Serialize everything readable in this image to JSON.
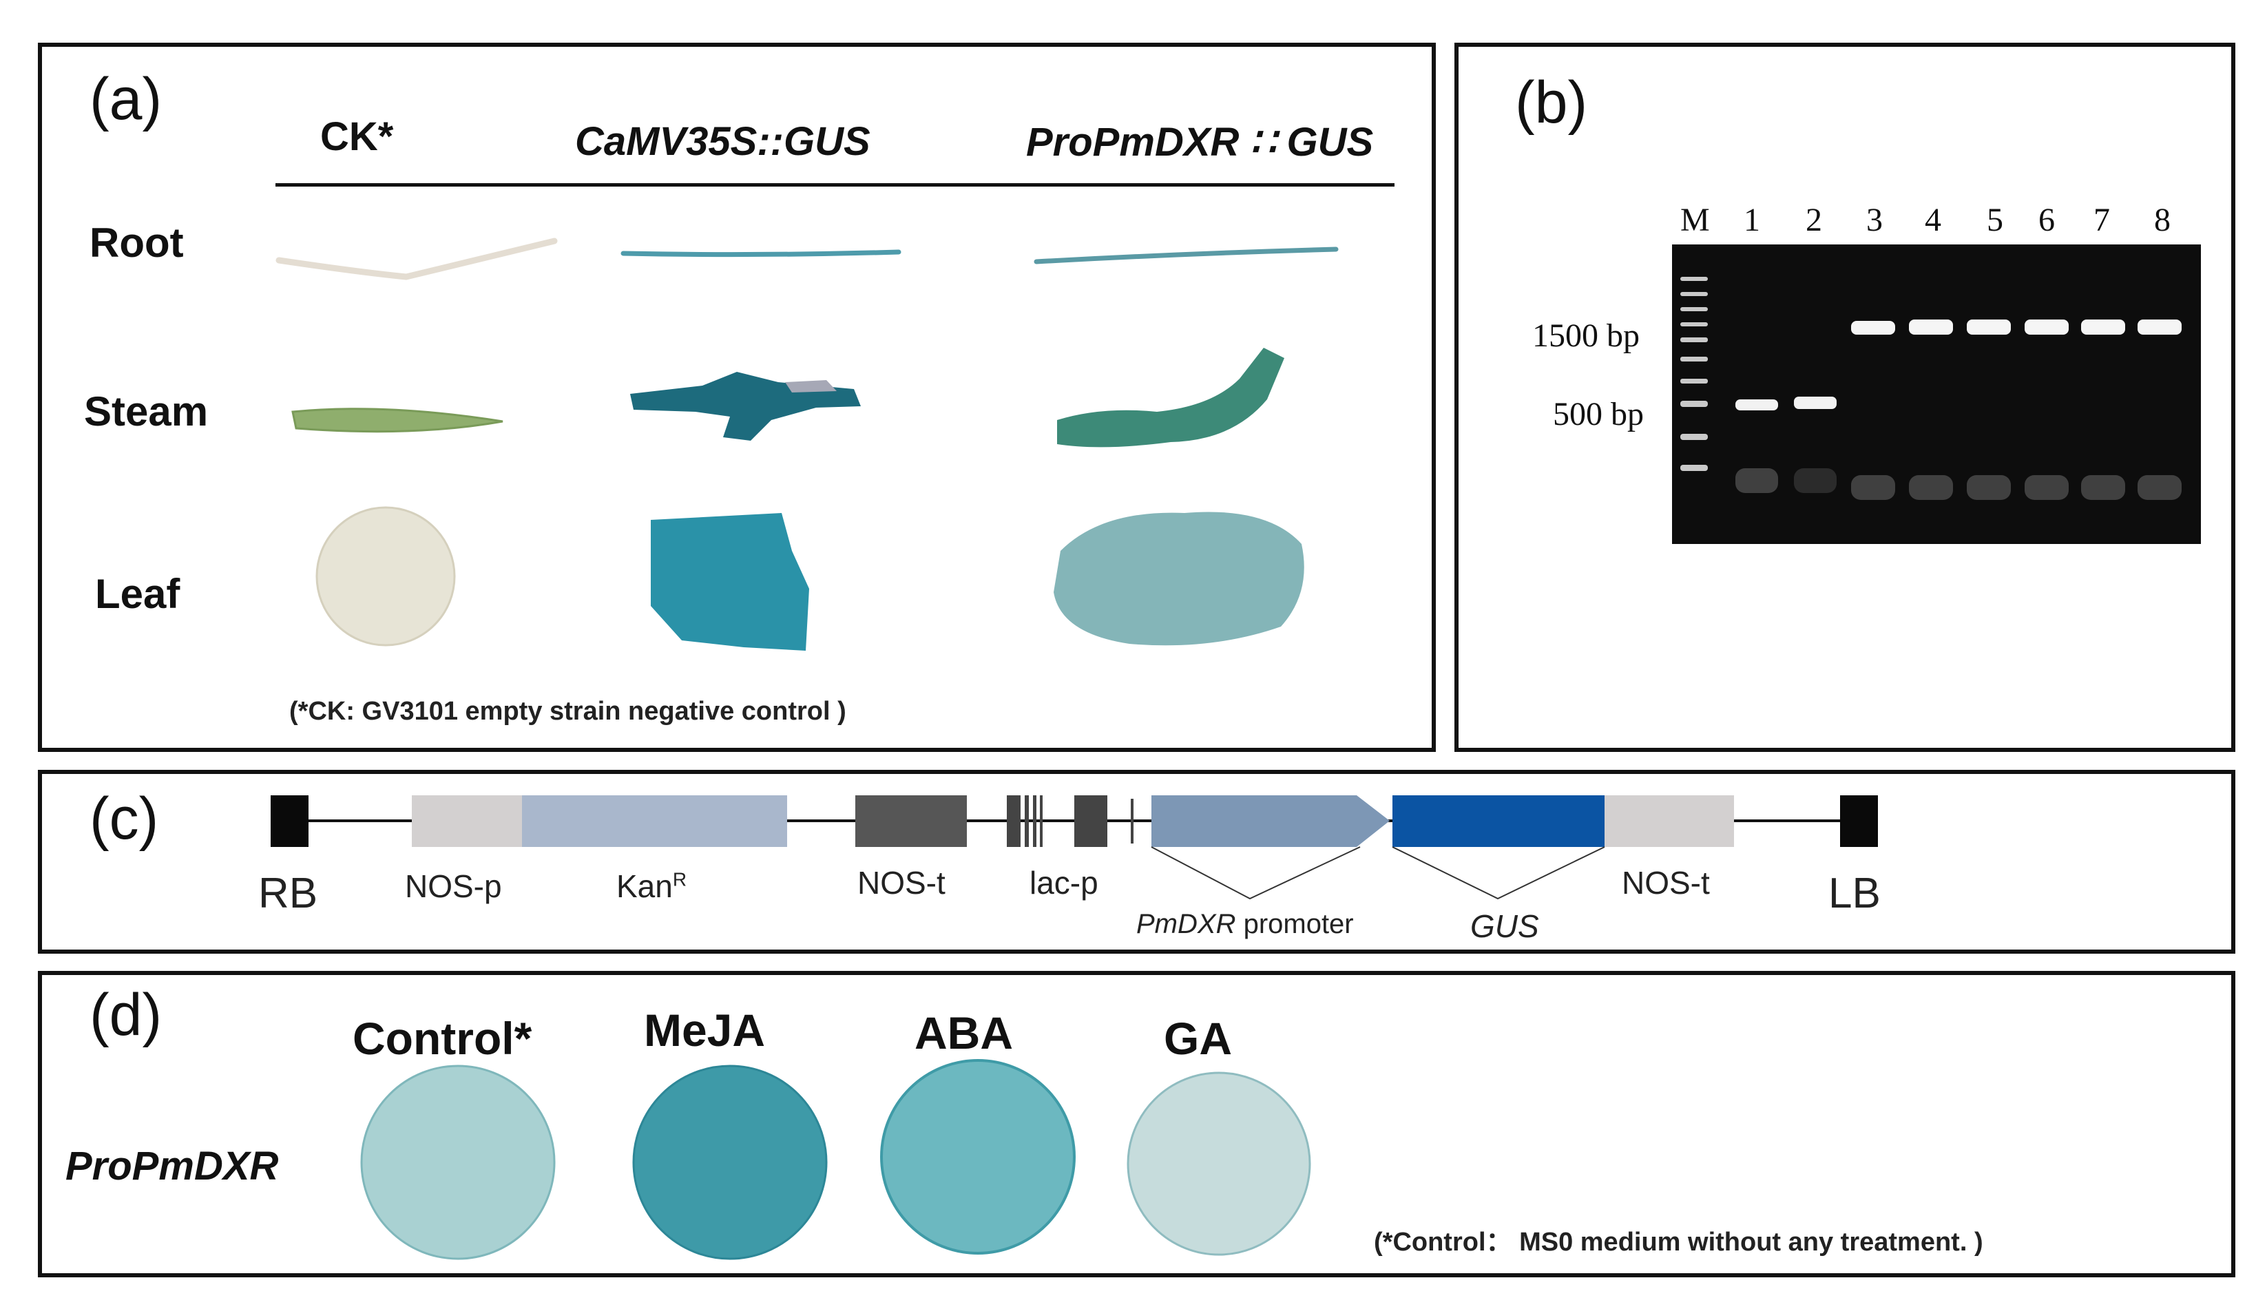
{
  "panel_a": {
    "label": "(a)",
    "columns": [
      "CK*",
      "CaMV35S::GUS",
      "ProPmDXR ∷ GUS"
    ],
    "rows": [
      "Root",
      "Steam",
      "Leaf"
    ],
    "note": "(*CK: GV3101 empty strain negative control )"
  },
  "panel_b": {
    "label": "(b)",
    "lanes": [
      "M",
      "1",
      "2",
      "3",
      "4",
      "5",
      "6",
      "7",
      "8"
    ],
    "marker_1500": "1500 bp",
    "marker_500": "500 bp"
  },
  "panel_c": {
    "label": "(c)",
    "rb": "RB",
    "lb": "LB",
    "nos_p": "NOS-p",
    "kan": "Kan",
    "kan_sup": "R",
    "nos_t1": "NOS-t",
    "lac_p": "lac-p",
    "promoter_gene": "PmDXR",
    "promoter_word": " promoter",
    "gus": "GUS",
    "nos_t2": "NOS-t"
  },
  "panel_d": {
    "label": "(d)",
    "treatments": [
      "Control*",
      "MeJA",
      "ABA",
      "GA"
    ],
    "row_label": "ProPmDXR",
    "note": "(*Control： MS0 medium without any treatment. )"
  },
  "colors": {
    "gus_blue": "#2a8fa3",
    "gus_dark": "#1b5e74",
    "ck_green": "#8aa86a",
    "gel_bg": "#0d0d0d",
    "nos_grey": "#d3d0d0",
    "kan_blue": "#a9b7cc",
    "nos_t_dark": "#565656",
    "promoter_blue": "#7d97b5",
    "gus_gene_blue": "#0b54a3"
  }
}
